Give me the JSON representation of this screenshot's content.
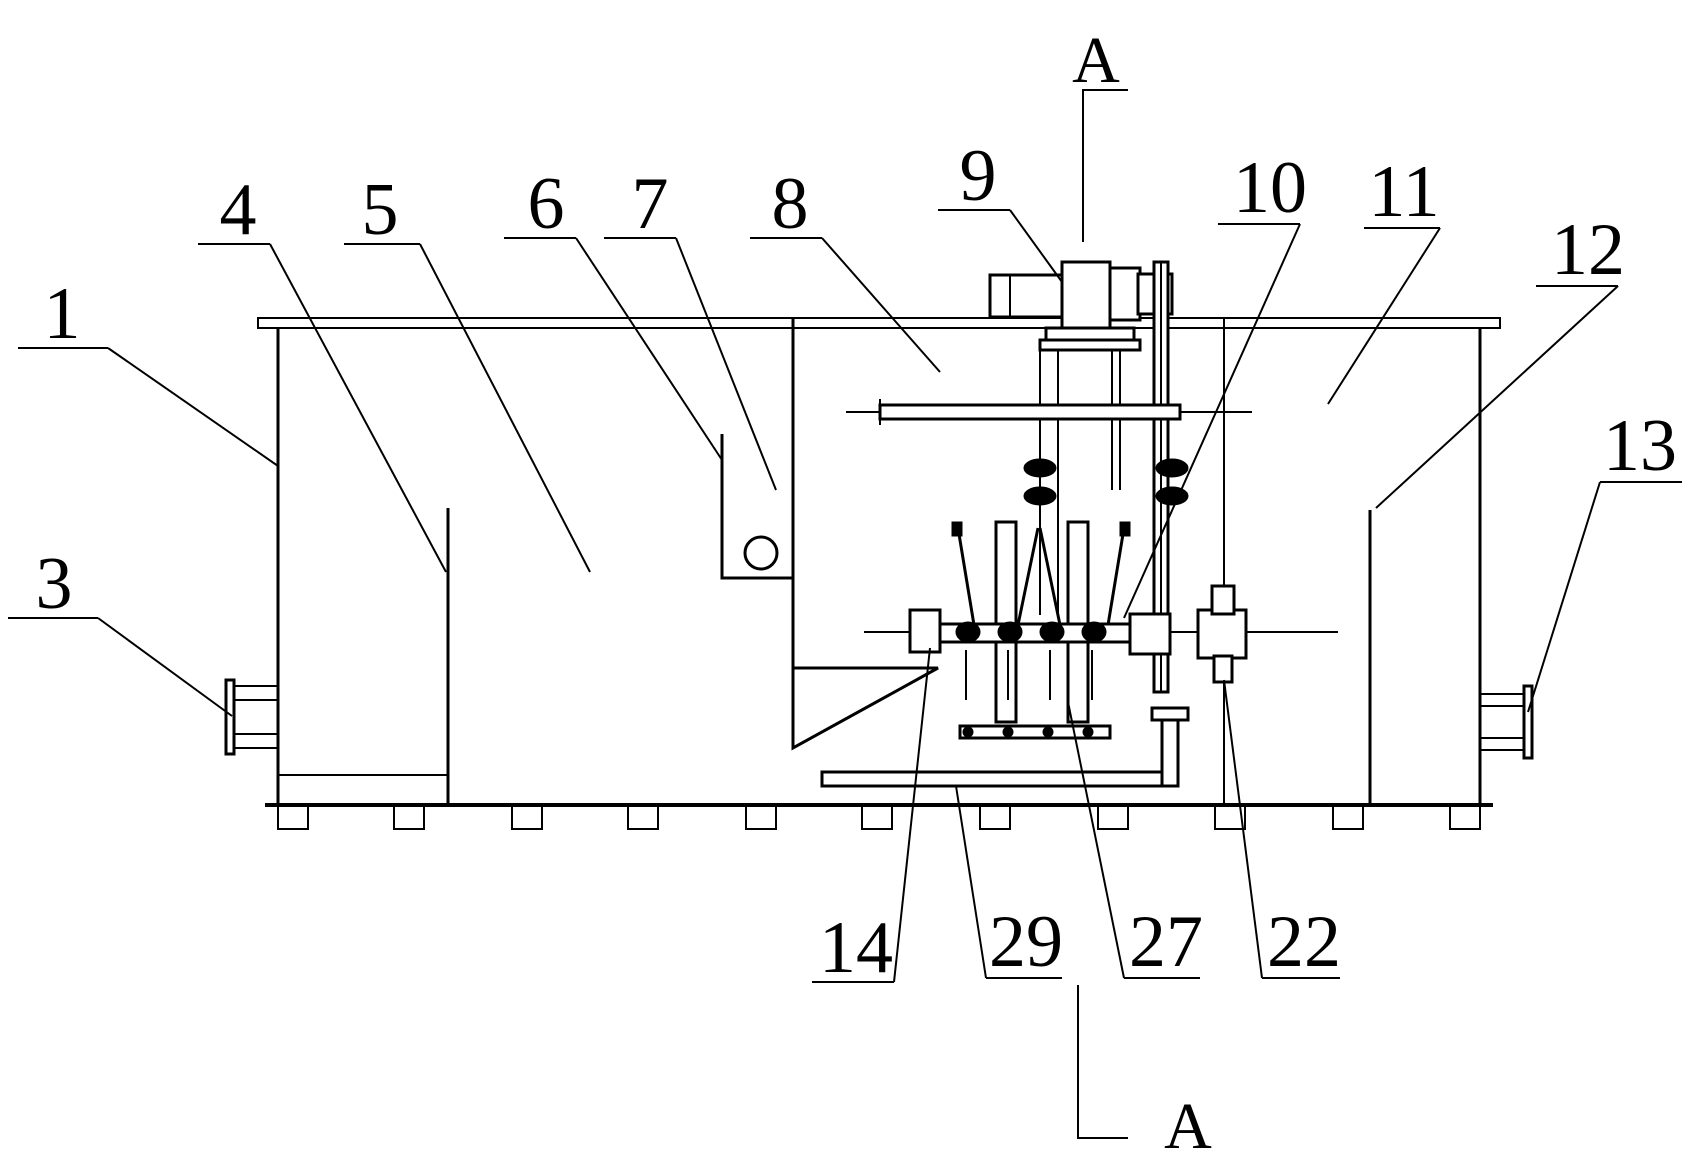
{
  "section_marks": {
    "top": "A",
    "bottom": "A"
  },
  "callouts": [
    {
      "id": "c1",
      "text": "1"
    },
    {
      "id": "c3",
      "text": "3"
    },
    {
      "id": "c4",
      "text": "4"
    },
    {
      "id": "c5",
      "text": "5"
    },
    {
      "id": "c6",
      "text": "6"
    },
    {
      "id": "c7",
      "text": "7"
    },
    {
      "id": "c8",
      "text": "8"
    },
    {
      "id": "c9",
      "text": "9"
    },
    {
      "id": "c10",
      "text": "10"
    },
    {
      "id": "c11",
      "text": "11"
    },
    {
      "id": "c12",
      "text": "12"
    },
    {
      "id": "c13",
      "text": "13"
    },
    {
      "id": "c14",
      "text": "14"
    },
    {
      "id": "c29",
      "text": "29"
    },
    {
      "id": "c27",
      "text": "27"
    },
    {
      "id": "c22",
      "text": "22"
    }
  ]
}
